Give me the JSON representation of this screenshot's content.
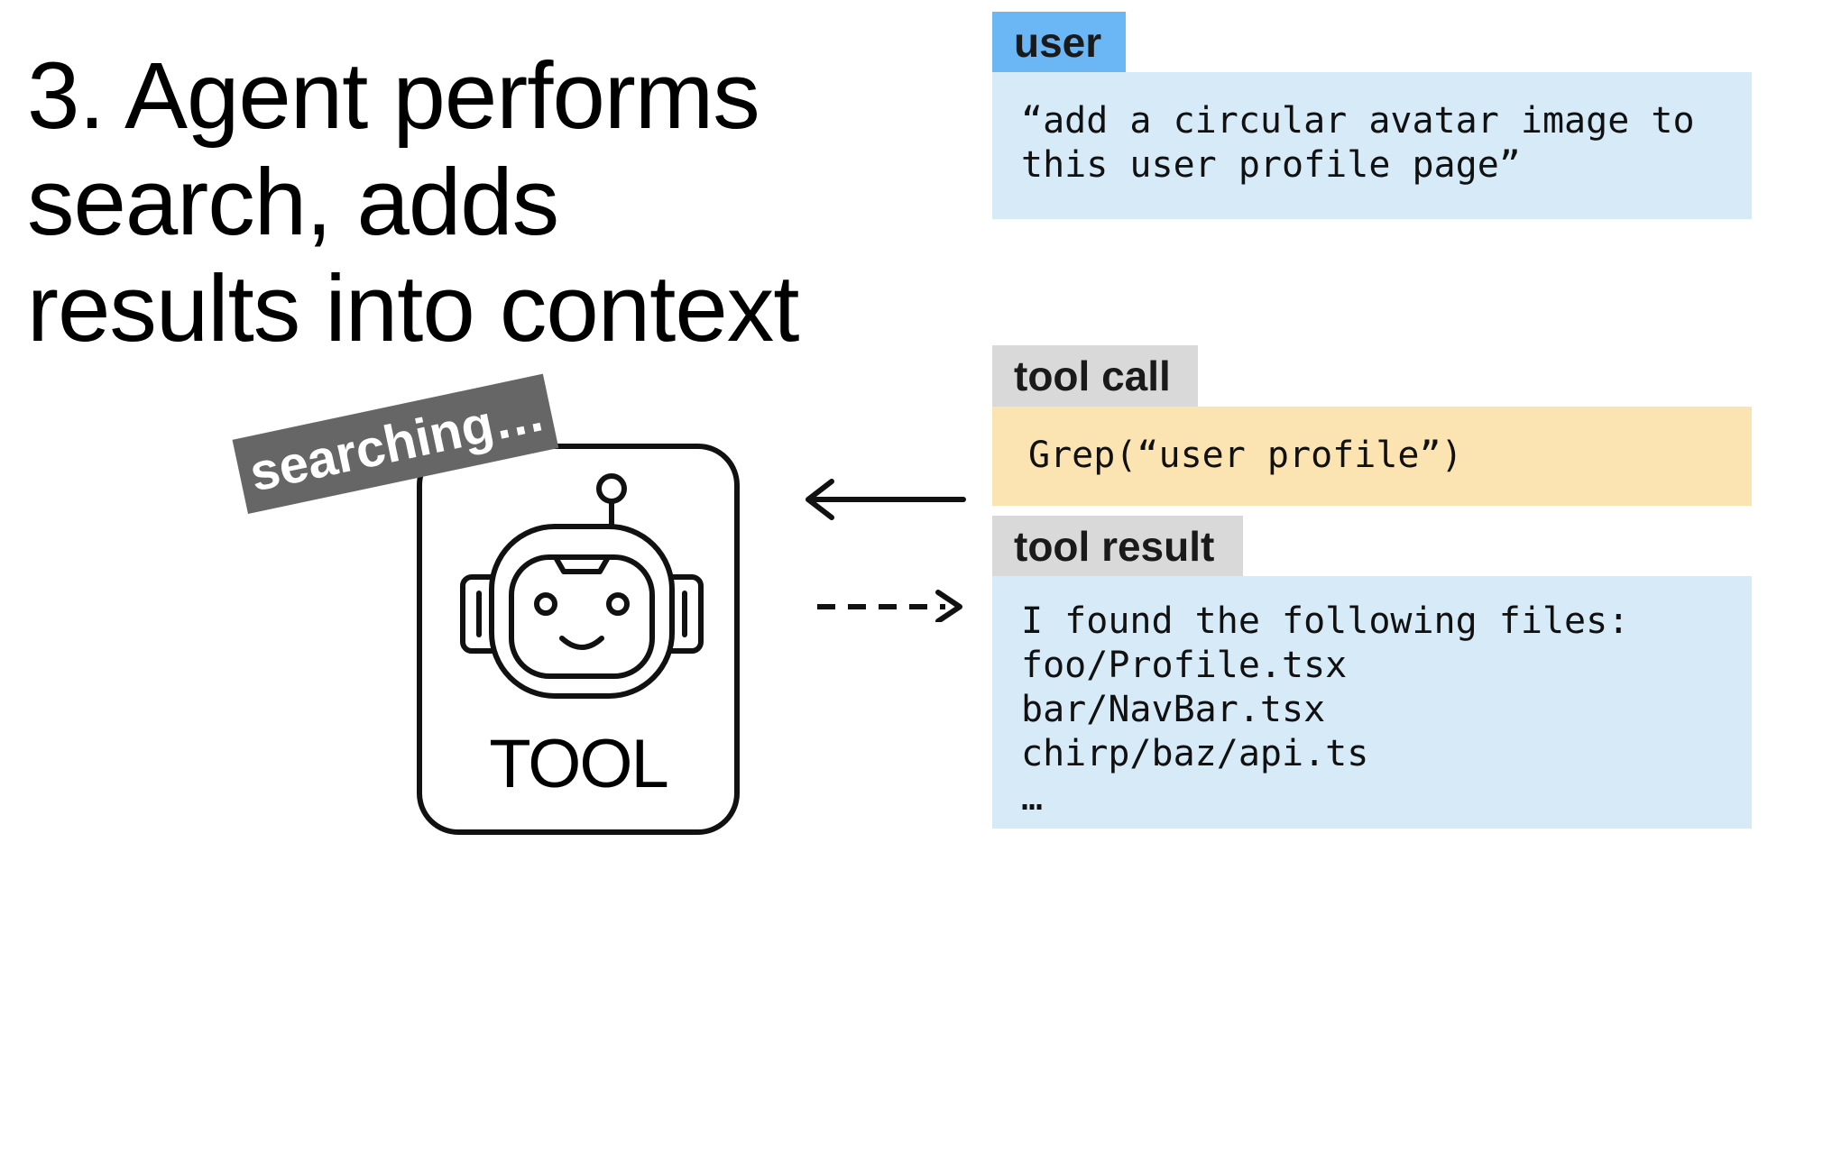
{
  "title": {
    "line1": "3. Agent performs",
    "line2": "search, adds",
    "line3": "results into context"
  },
  "user": {
    "tab_label": "user",
    "message_line1": "“add a circular avatar image to",
    "message_line2": "this user profile page”"
  },
  "tool_call": {
    "tab_label": "tool call",
    "code": "Grep(“user profile”)"
  },
  "tool_result": {
    "tab_label": "tool result",
    "lines": [
      "I found the following files:",
      "foo/Profile.tsx",
      "bar/NavBar.tsx",
      "chirp/baz/api.ts",
      "…"
    ]
  },
  "tool": {
    "label": "TOOL",
    "badge": "searching…",
    "icon": "robot-icon"
  },
  "colors": {
    "user_tab": "#6bb6f5",
    "user_panel": "#d6eaf8",
    "tool_call_panel": "#fbe3b2",
    "gray_tab": "#d9d9d9",
    "badge": "#666666"
  }
}
